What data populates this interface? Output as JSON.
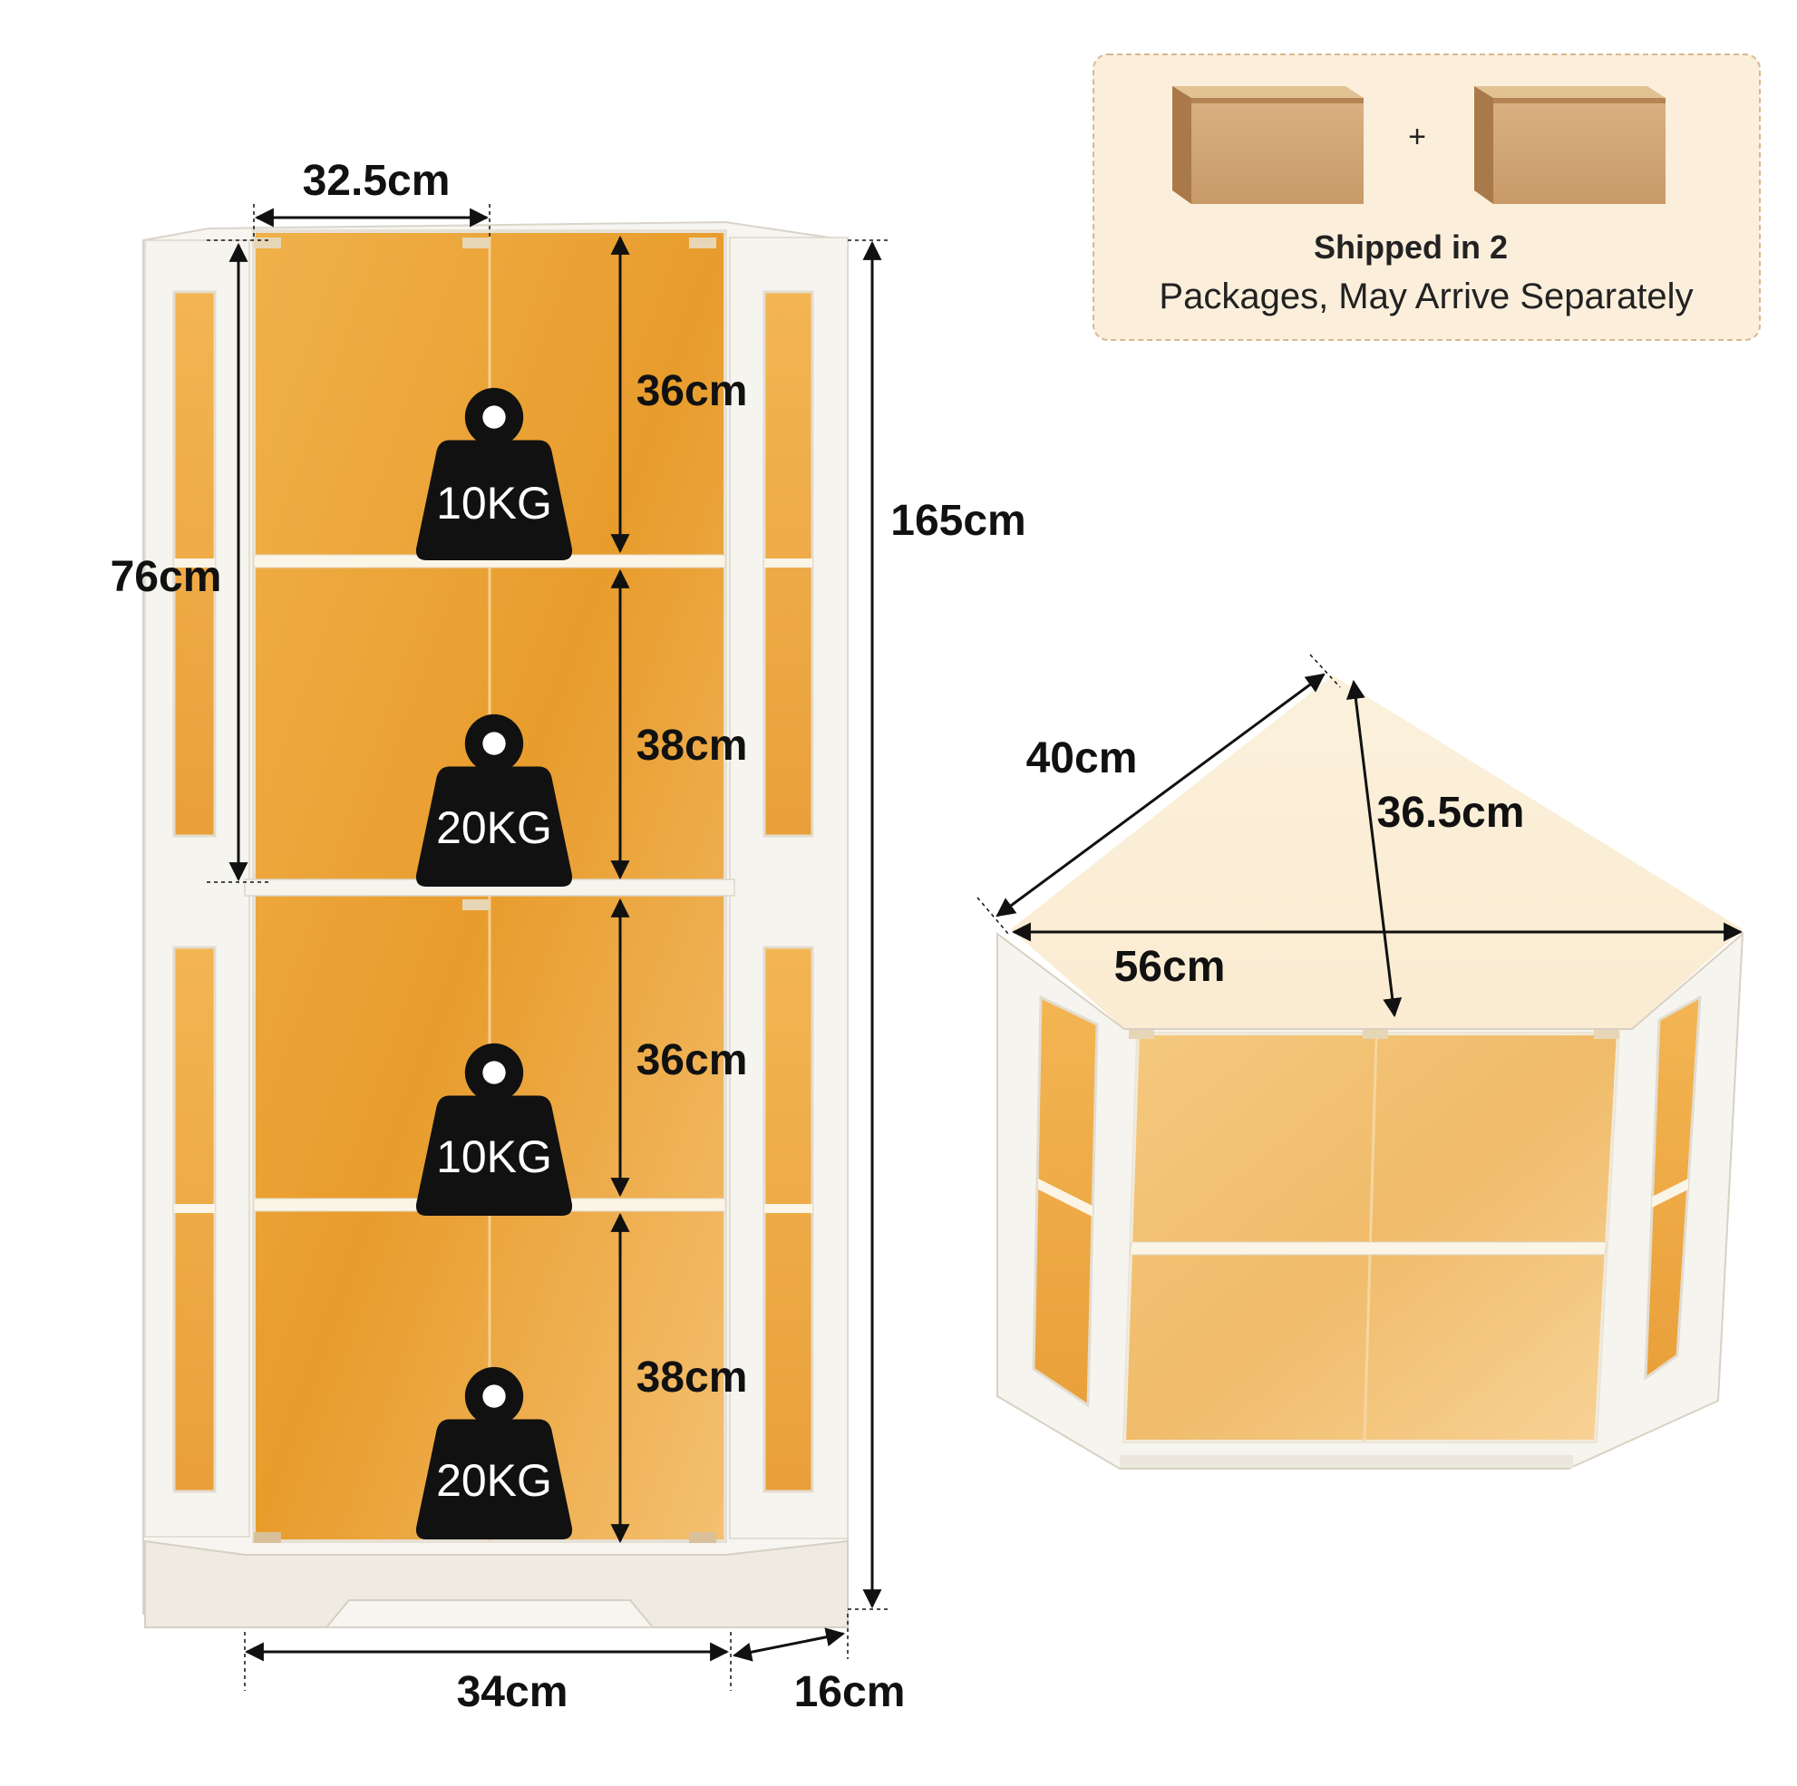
{
  "shipping": {
    "line1": "Shipped in 2",
    "line2": "Packages, May Arrive Separately",
    "plus": "+"
  },
  "tall_cabinet": {
    "shelf_width": "32.5cm",
    "upper_unit_height": "76cm",
    "total_height": "165cm",
    "base_width": "34cm",
    "side_depth": "16cm",
    "compartments": [
      {
        "height": "36cm",
        "load": "10KG"
      },
      {
        "height": "38cm",
        "load": "20KG"
      },
      {
        "height": "36cm",
        "load": "10KG"
      },
      {
        "height": "38cm",
        "load": "20KG"
      }
    ]
  },
  "top_view": {
    "side_length": "40cm",
    "depth": "36.5cm",
    "width": "56cm"
  },
  "colors": {
    "cabinet_white": "#f7f5f0",
    "interior_glow": "#eaa133",
    "weight_icon": "#111111",
    "box_brown": "#c89a68",
    "banner_bg": "#fbefdc",
    "banner_border": "#d8b88e"
  }
}
